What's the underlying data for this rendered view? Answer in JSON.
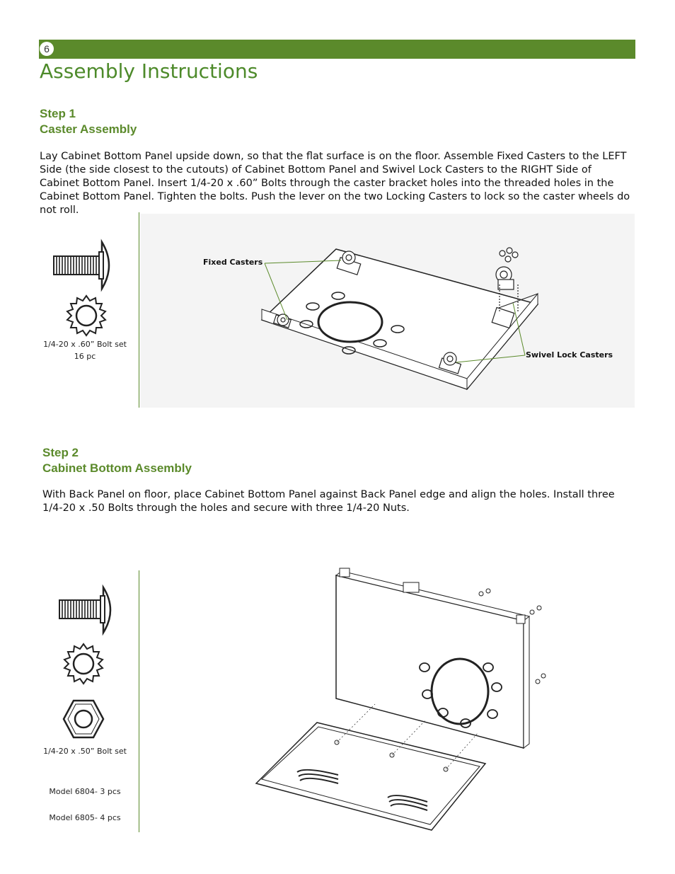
{
  "header": {
    "page_number": "6",
    "title": "Assembly Instructions"
  },
  "step1": {
    "step_label": "Step 1",
    "heading": "Caster Assembly",
    "text": "Lay Cabinet Bottom Panel upside down, so that the flat surface is on the floor. Assemble Fixed Casters to the LEFT Side (the side closest to the cutouts) of Cabinet Bottom Panel and Swivel Lock Casters to the RIGHT Side of Cabinet Bottom Panel. Insert 1/4-20 x .60” Bolts through the caster bracket holes into the threaded holes in the Cabinet Bottom Panel. Tighten the bolts. Push the lever on the two Locking Casters to lock so the caster wheels do not roll.",
    "hardware_caption_line1": "1/4-20 x .60” Bolt set",
    "hardware_caption_line2": "16 pc",
    "callout_fixed": "Fixed Casters",
    "callout_swivel": "Swivel Lock Casters"
  },
  "step2": {
    "step_label": "Step 2",
    "heading": "Cabinet Bottom Assembly",
    "text": "With Back Panel on floor, place Cabinet Bottom Panel against Back Panel edge and align the holes. Install three 1/4-20 x .50 Bolts through the holes and secure with three 1/4-20 Nuts.",
    "hardware_caption": "1/4-20 x .50” Bolt set",
    "model_6804": "Model 6804- 3 pcs",
    "model_6805": "Model 6805- 4 pcs"
  },
  "colors": {
    "accent": "#5b8a2b",
    "figure_background": "#f4f4f4"
  }
}
